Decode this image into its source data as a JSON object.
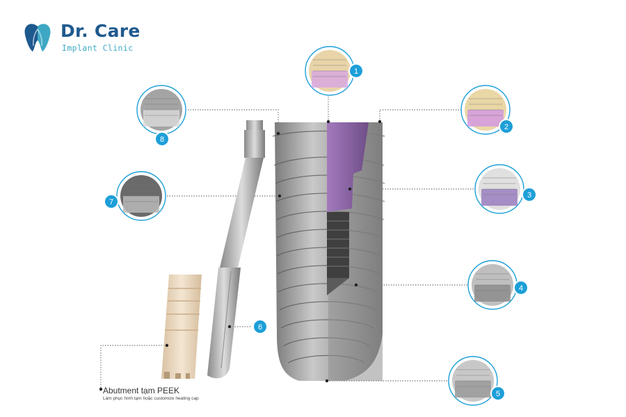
{
  "logo": {
    "title": "Dr. Care",
    "subtitle": "Implant Clinic",
    "icon": "tooth-leaf-icon",
    "colors": {
      "primary": "#1f5a8f",
      "accent": "#3ea8c4",
      "light": "#8ed1e0"
    }
  },
  "caption": {
    "title": "Abutment tạm PEEK",
    "subtitle": "Làm phục hình tạm hoặc customize healing cap"
  },
  "callouts": [
    {
      "number": "1",
      "icon": "abutment-top-zoom-icon"
    },
    {
      "number": "2",
      "icon": "abutment-connection-zoom-icon"
    },
    {
      "number": "3",
      "icon": "multi-abutment-zoom-icon"
    },
    {
      "number": "4",
      "icon": "thread-body-zoom-icon"
    },
    {
      "number": "5",
      "icon": "apex-tip-zoom-icon"
    },
    {
      "number": "6",
      "icon": "drill-marker-icon"
    },
    {
      "number": "7",
      "icon": "surface-texture-zoom-icon"
    },
    {
      "number": "8",
      "icon": "collar-zoom-icon"
    }
  ],
  "colors": {
    "badge": "#1d9fd8",
    "leader": "#555555",
    "implant": "#9a9a9a",
    "implant_dark": "#6d6d6d",
    "purple": "#8e6aa6",
    "peek": "#ead7bf"
  }
}
